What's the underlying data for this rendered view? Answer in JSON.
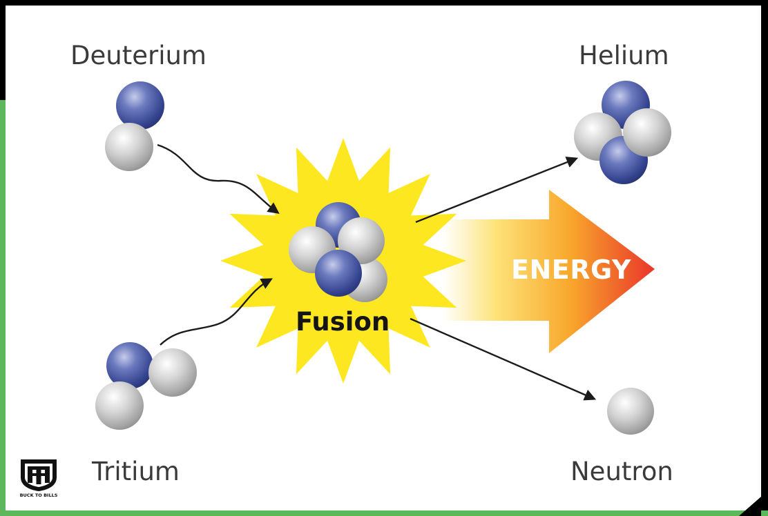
{
  "labels": {
    "deuterium": "Deuterium",
    "helium": "Helium",
    "tritium": "Tritium",
    "neutron": "Neutron",
    "fusion": "Fusion",
    "energy": "ENERGY"
  },
  "logo": {
    "text": "BUCK TO BILLS"
  },
  "colors": {
    "proton": "#3a4a96",
    "neutron": "#a9a9a9",
    "burst": "#fde720",
    "frame_black": "#000000",
    "frame_green": "#5db85c",
    "arrow_start": "#fff4c0",
    "arrow_end": "#e9352a"
  },
  "icons": [
    "nucleus-particles",
    "fusion-burst",
    "energy-arrow",
    "buck-to-bills-logo"
  ]
}
